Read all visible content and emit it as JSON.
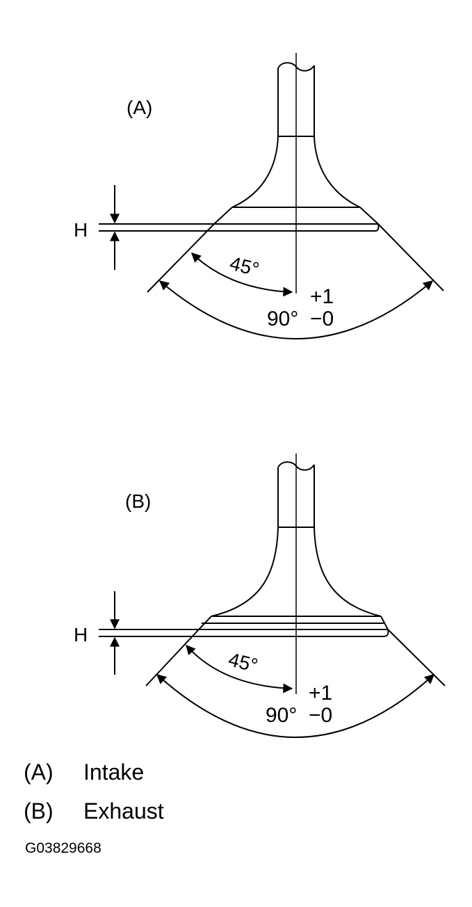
{
  "diagrams": [
    {
      "tag": "(A)",
      "height_label": "H",
      "seat_angle": "45°",
      "face_angle": "90°",
      "tol_plus": "+1",
      "tol_minus": "−0"
    },
    {
      "tag": "(B)",
      "height_label": "H",
      "seat_angle": "45°",
      "face_angle": "90°",
      "tol_plus": "+1",
      "tol_minus": "−0"
    }
  ],
  "legend": [
    {
      "key": "(A)",
      "text": "Intake"
    },
    {
      "key": "(B)",
      "text": "Exhaust"
    }
  ],
  "figure_code": "G03829668"
}
